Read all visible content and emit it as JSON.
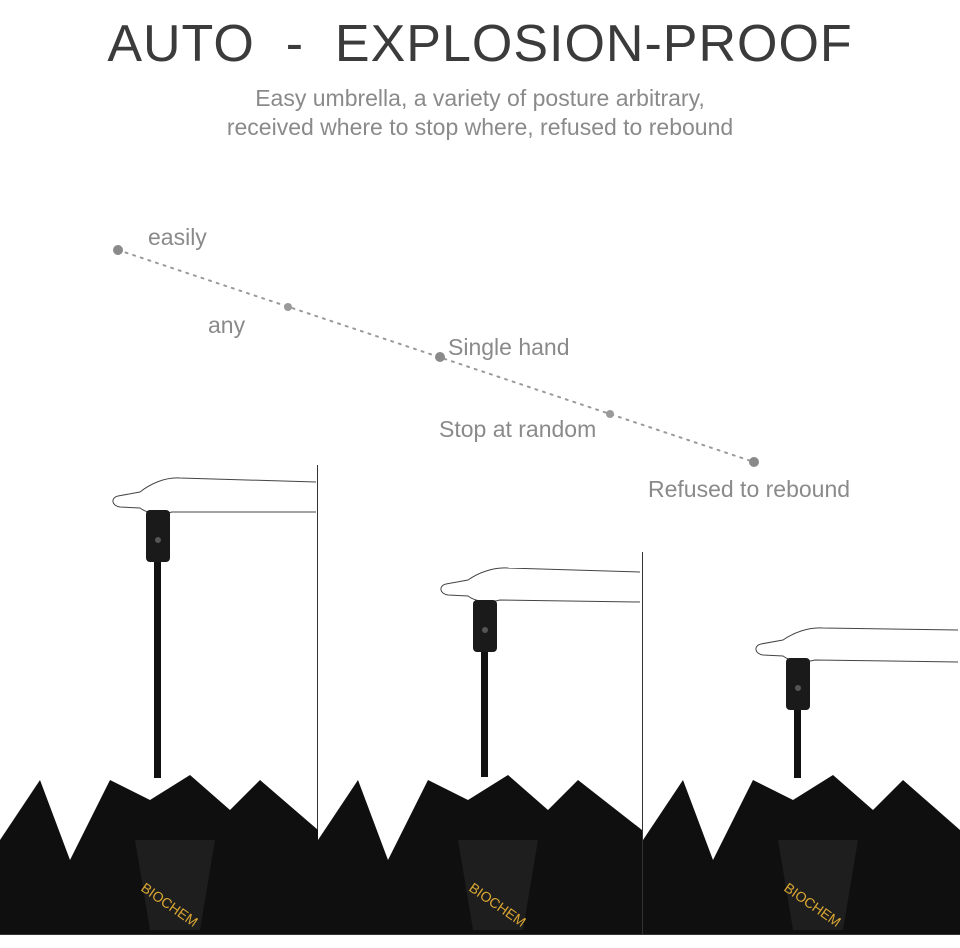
{
  "header": {
    "title": "AUTO  -  EXPLOSION-PROOF",
    "subtitle_line1": "Easy umbrella, a variety of posture arbitrary,",
    "subtitle_line2": "received where to stop where, refused to rebound"
  },
  "features": {
    "easily": "easily",
    "any": "any",
    "single_hand": "Single hand",
    "stop_at_random": "Stop at random",
    "refused": "Refused to rebound"
  },
  "colors": {
    "title": "#3b3b3b",
    "text": "#8a8a8a",
    "canopy": "#0f0f0f",
    "brand_print": "#d9a632"
  },
  "umbrellas": {
    "brand_print": "BIOCHEM"
  }
}
